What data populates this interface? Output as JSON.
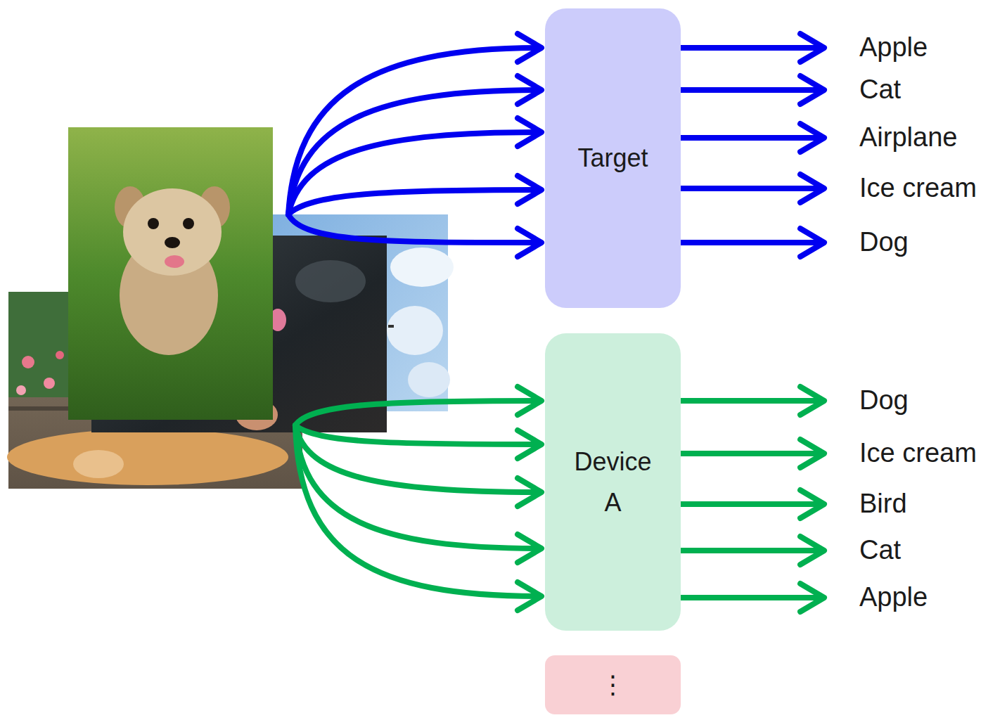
{
  "diagram": {
    "nodes": [
      {
        "text": [
          "Target"
        ]
      },
      {
        "text": [
          "Device A"
        ]
      },
      {
        "text": [
          "⋮"
        ]
      }
    ],
    "labels": [
      "Apple",
      "Cat",
      "Airplane",
      "Ice cream",
      "Dog",
      "Dog",
      "Ice cream",
      "Bird",
      "Cat",
      "Apple"
    ]
  }
}
